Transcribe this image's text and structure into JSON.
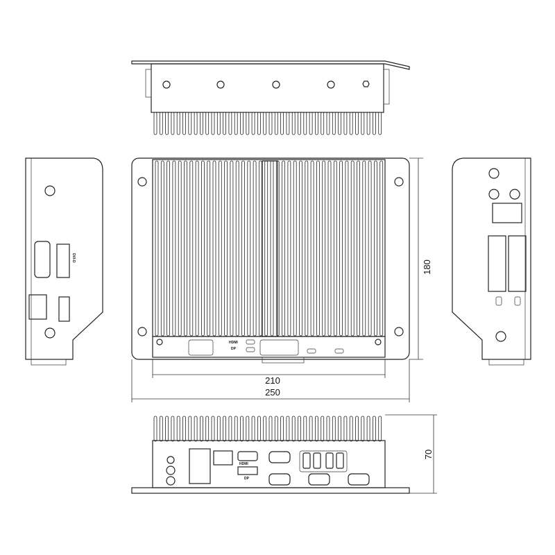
{
  "dimensions": {
    "height": "180",
    "inner_width": "210",
    "outer_width": "250",
    "depth": "70"
  },
  "labels": {
    "hdmi": "HDMI",
    "dp": "DP",
    "dvi": "DVI-D"
  },
  "colors": {
    "line": "#222222",
    "background": "#ffffff"
  }
}
